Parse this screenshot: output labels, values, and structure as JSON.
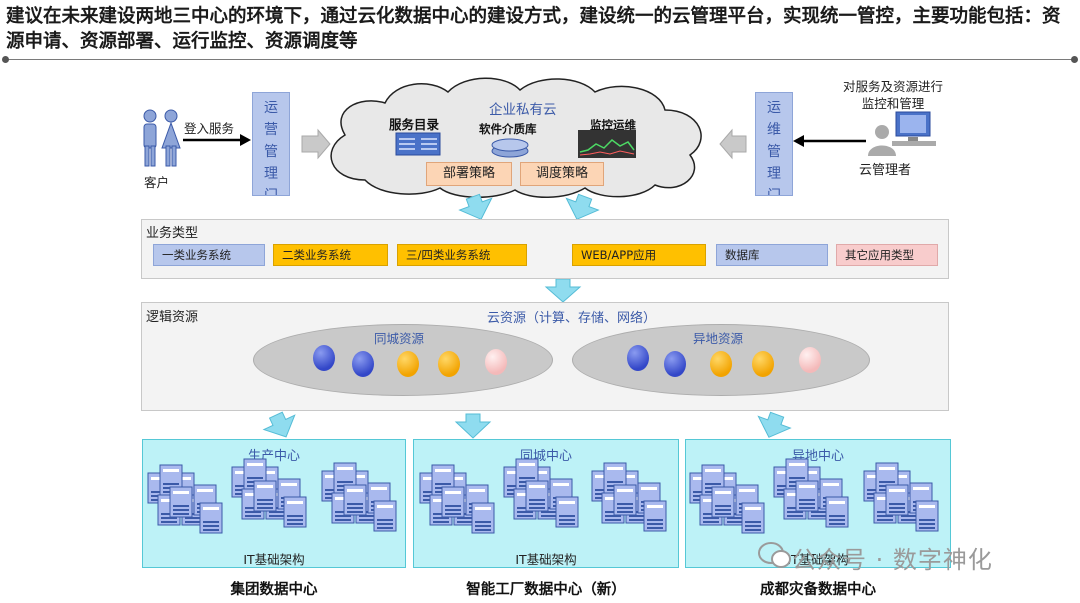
{
  "title": "建议在未来建设两地三中心的环境下，通过云化数据中心的建设方式，建设统一的云管理平台，实现统一管控，主要功能包括：资源申请、资源部署、运行监控、资源调度等",
  "left": {
    "customer_label": "客户",
    "login_label": "登入服务",
    "portal_text": "运营管理门户"
  },
  "cloud": {
    "title": "企业私有云",
    "service_catalog": "服务目录",
    "software_media": "软件介质库",
    "monitor_ops": "监控运维",
    "deploy_policy": "部署策略",
    "schedule_policy": "调度策略"
  },
  "right": {
    "portal_text": "运维管理门户",
    "desc": "对服务及资源进行监控和管理",
    "manager_label": "云管理者"
  },
  "business": {
    "label": "业务类型",
    "items": [
      "一类业务系统",
      "二类业务系统",
      "三/四类业务系统",
      "WEB/APP应用",
      "数据库",
      "其它应用类型"
    ]
  },
  "logic": {
    "label": "逻辑资源",
    "cloud_resource": "云资源（计算、存储、网络）",
    "same_city": "同城资源",
    "remote": "异地资源"
  },
  "datacenters": [
    {
      "title": "生产中心",
      "foot": "IT基础架构",
      "name": "集团数据中心"
    },
    {
      "title": "同城中心",
      "foot": "IT基础架构",
      "name": "智能工厂数据中心（新）"
    },
    {
      "title": "异地中心",
      "foot": "IT基础架构",
      "name": "成都灾备数据中心"
    }
  ],
  "watermark": "公众号 · 数字神化",
  "colors": {
    "portal": "#b7c7ec",
    "orange": "#ffc000",
    "pink": "#f8cccc",
    "cyan": "#bdf2f7",
    "arrow": "#8fdcef"
  }
}
